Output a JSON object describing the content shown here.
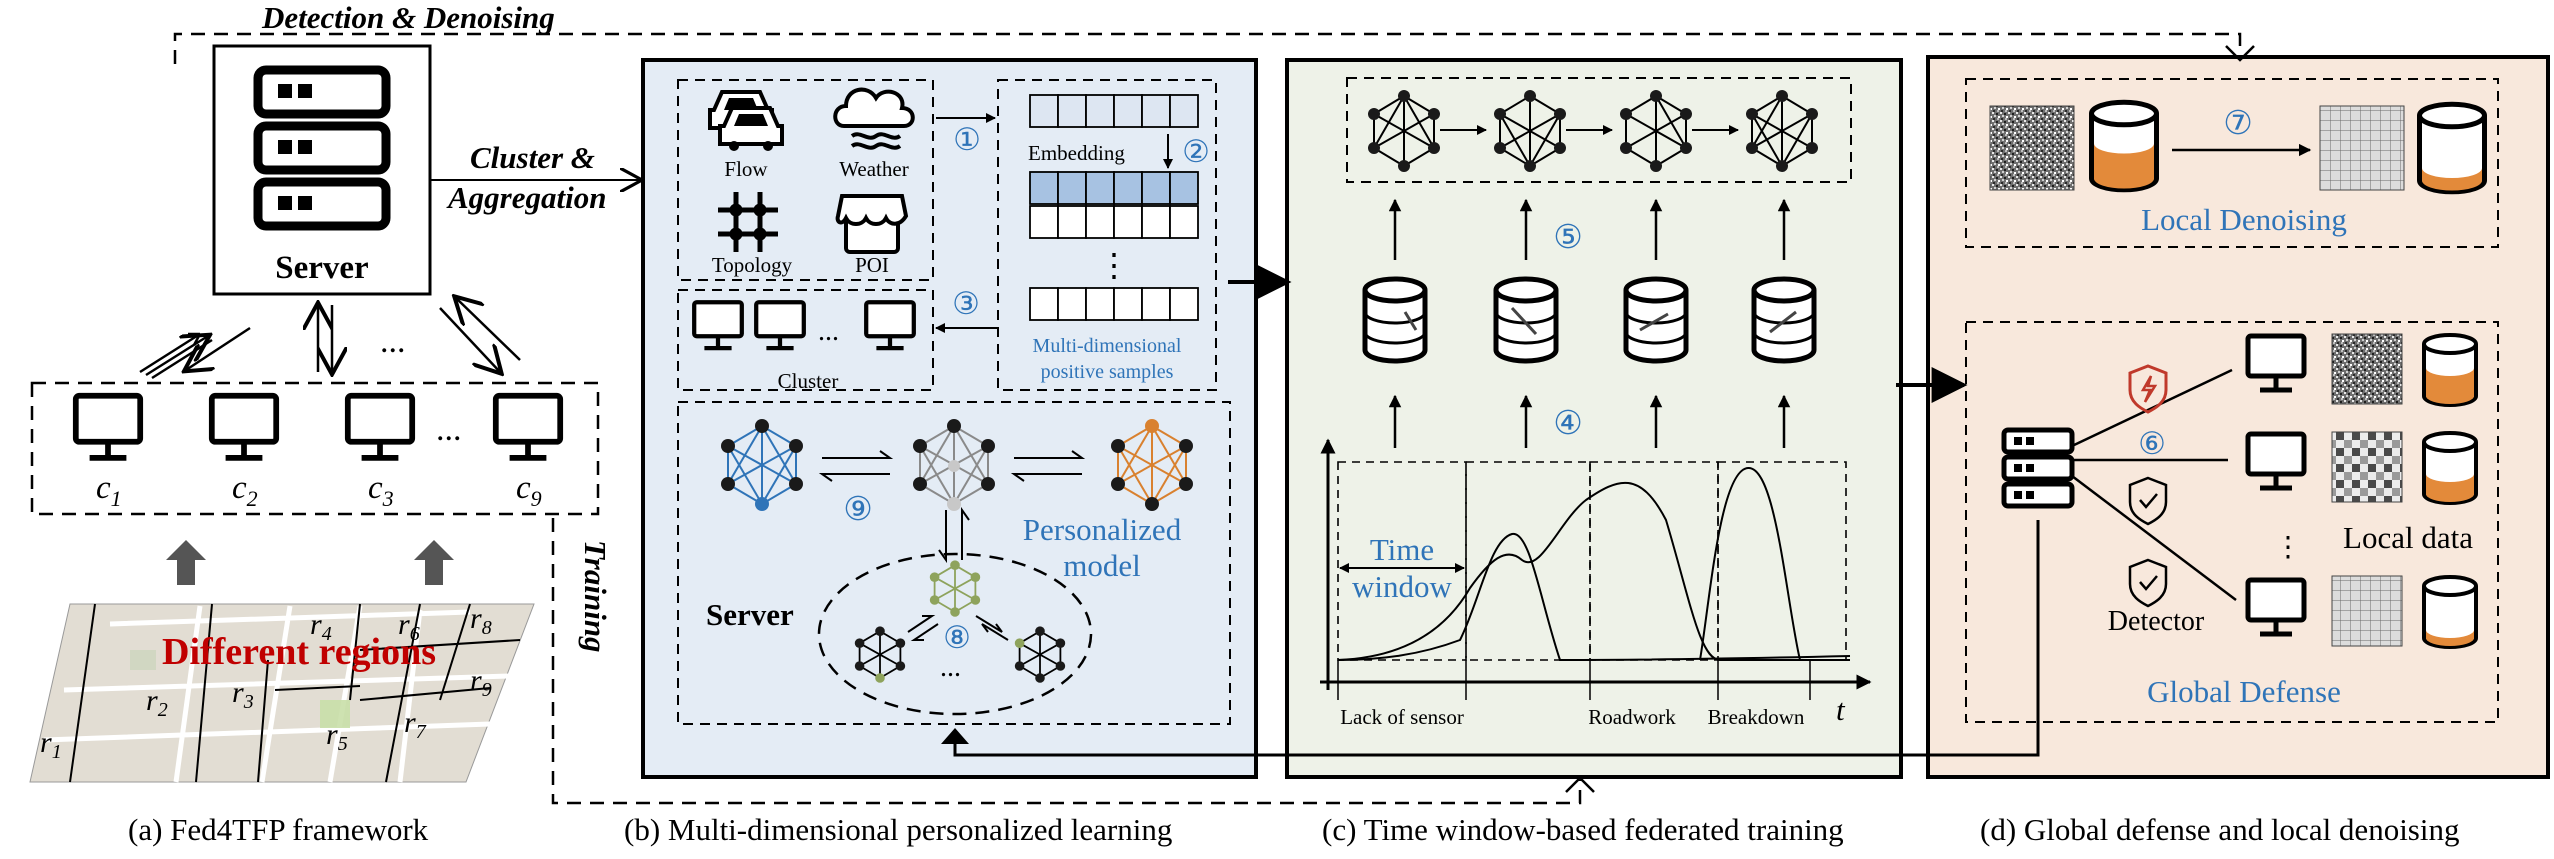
{
  "labels": {
    "detection_denoising": "Detection & Denoising",
    "cluster_aggregation_1": "Cluster &",
    "cluster_aggregation_2": "Aggregation",
    "training": "Training",
    "server_a": "Server",
    "ellipsis_a": "...",
    "clients": [
      "c",
      "c",
      "c",
      "c"
    ],
    "client_subs": [
      "1",
      "2",
      "3",
      "9"
    ],
    "ellipsis_clients": "...",
    "different_regions": "Different regions",
    "regions": [
      {
        "r": "r",
        "s": "1"
      },
      {
        "r": "r",
        "s": "2"
      },
      {
        "r": "r",
        "s": "3"
      },
      {
        "r": "r",
        "s": "4"
      },
      {
        "r": "r",
        "s": "5"
      },
      {
        "r": "r",
        "s": "6"
      },
      {
        "r": "r",
        "s": "7"
      },
      {
        "r": "r",
        "s": "8"
      },
      {
        "r": "r",
        "s": "9"
      }
    ],
    "flow": "Flow",
    "weather": "Weather",
    "topology": "Topology",
    "poi": "POI",
    "embedding": "Embedding",
    "emb_dots": "⋮",
    "cluster": "Cluster",
    "cluster_dots": "...",
    "mdp_1": "Multi-dimensional",
    "mdp_2": "positive samples",
    "personalized_1": "Personalized",
    "personalized_2": "model",
    "server_b": "Server",
    "ellipsis_b": "...",
    "time_1": "Time",
    "time_2": "window",
    "lack_of_sensor": "Lack of sensor",
    "roadwork": "Roadwork",
    "breakdown": "Breakdown",
    "t_axis": "t",
    "local_denoising": "Local Denoising",
    "global_defense": "Global Defense",
    "local_data": "Local data",
    "detector": "Detector",
    "dots_d": "⋮",
    "steps": [
      "①",
      "②",
      "③",
      "④",
      "⑤",
      "⑥",
      "⑦",
      "⑧",
      "⑨"
    ]
  },
  "captions": {
    "a": "(a) Fed4TFP framework",
    "b": "(b) Multi-dimensional personalized learning",
    "c": "(c) Time window-based federated training",
    "d": "(d) Global defense and local denoising"
  },
  "icons": [
    "server-icon",
    "monitor-icon",
    "car-icon",
    "cloud-icon",
    "topology-icon",
    "shop-icon",
    "database-icon",
    "graph-icon",
    "shield-icon",
    "noise-image-icon",
    "grid-image-icon"
  ],
  "colors": {
    "panel_b_bg": "#e4ecf5",
    "panel_c_bg": "#eef2e8",
    "panel_d_bg": "#f8e8dc",
    "accent_blue": "#2f74b8",
    "accent_orange": "#d9812f",
    "accent_green": "#8ea35c",
    "region_red": "#c00000",
    "shield_red": "#c0392b"
  }
}
